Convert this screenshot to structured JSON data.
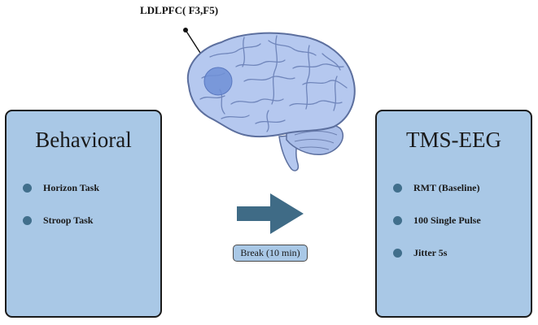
{
  "brain": {
    "region_label": "LDLPFC( F3,F5)"
  },
  "behavioral": {
    "title": "Behavioral",
    "items": [
      "Horizon Task",
      "Stroop Task"
    ]
  },
  "tms_eeg": {
    "title": "TMS-EEG",
    "items": [
      "RMT (Baseline)",
      "100 Single Pulse",
      "Jitter 5s"
    ]
  },
  "transition": {
    "label": "Break (10 min)"
  },
  "colors": {
    "panel_fill": "#a9c8e6",
    "bullet": "#416f8c",
    "arrow": "#3f6b86",
    "brain": "#b5c8ef",
    "stimulation_site": "#6e8fd6"
  }
}
